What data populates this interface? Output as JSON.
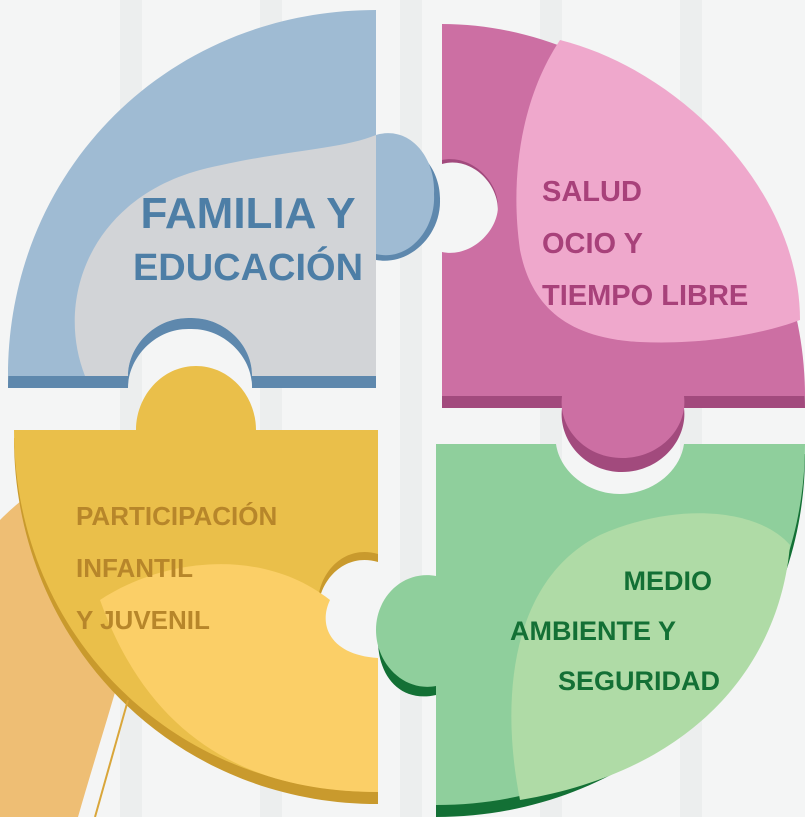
{
  "pieces": {
    "family_education": {
      "lines": [
        "FAMILIA Y",
        "EDUCACIÓN"
      ],
      "colors": {
        "base": "#9fbbd3",
        "shadow": "#5e88ad",
        "highlight": "#d2d4d7",
        "text": "#4d7ea6"
      }
    },
    "health_leisure": {
      "lines": [
        "SALUD",
        "OCIO Y",
        "TIEMPO LIBRE"
      ],
      "colors": {
        "base": "#cc6fa3",
        "shadow": "#a24a7d",
        "highlight": "#efa8cc",
        "text": "#a8417a"
      }
    },
    "participation": {
      "lines": [
        "PARTICIPACIÓN",
        "INFANTIL",
        "Y JUVENIL"
      ],
      "colors": {
        "base": "#eabf4a",
        "shadow": "#c99a2d",
        "highlight": "#fbcf67",
        "text": "#b7862a"
      }
    },
    "environment_safety": {
      "lines": [
        "MEDIO",
        "AMBIENTE Y",
        "SEGURIDAD"
      ],
      "colors": {
        "base": "#8fcf9c",
        "shadow": "#137035",
        "highlight": "#afdba6",
        "text": "#137035"
      }
    }
  },
  "background": {
    "page": "#f4f5f5",
    "stripe": "#eceeee",
    "accent_shape": "#eebe74"
  }
}
